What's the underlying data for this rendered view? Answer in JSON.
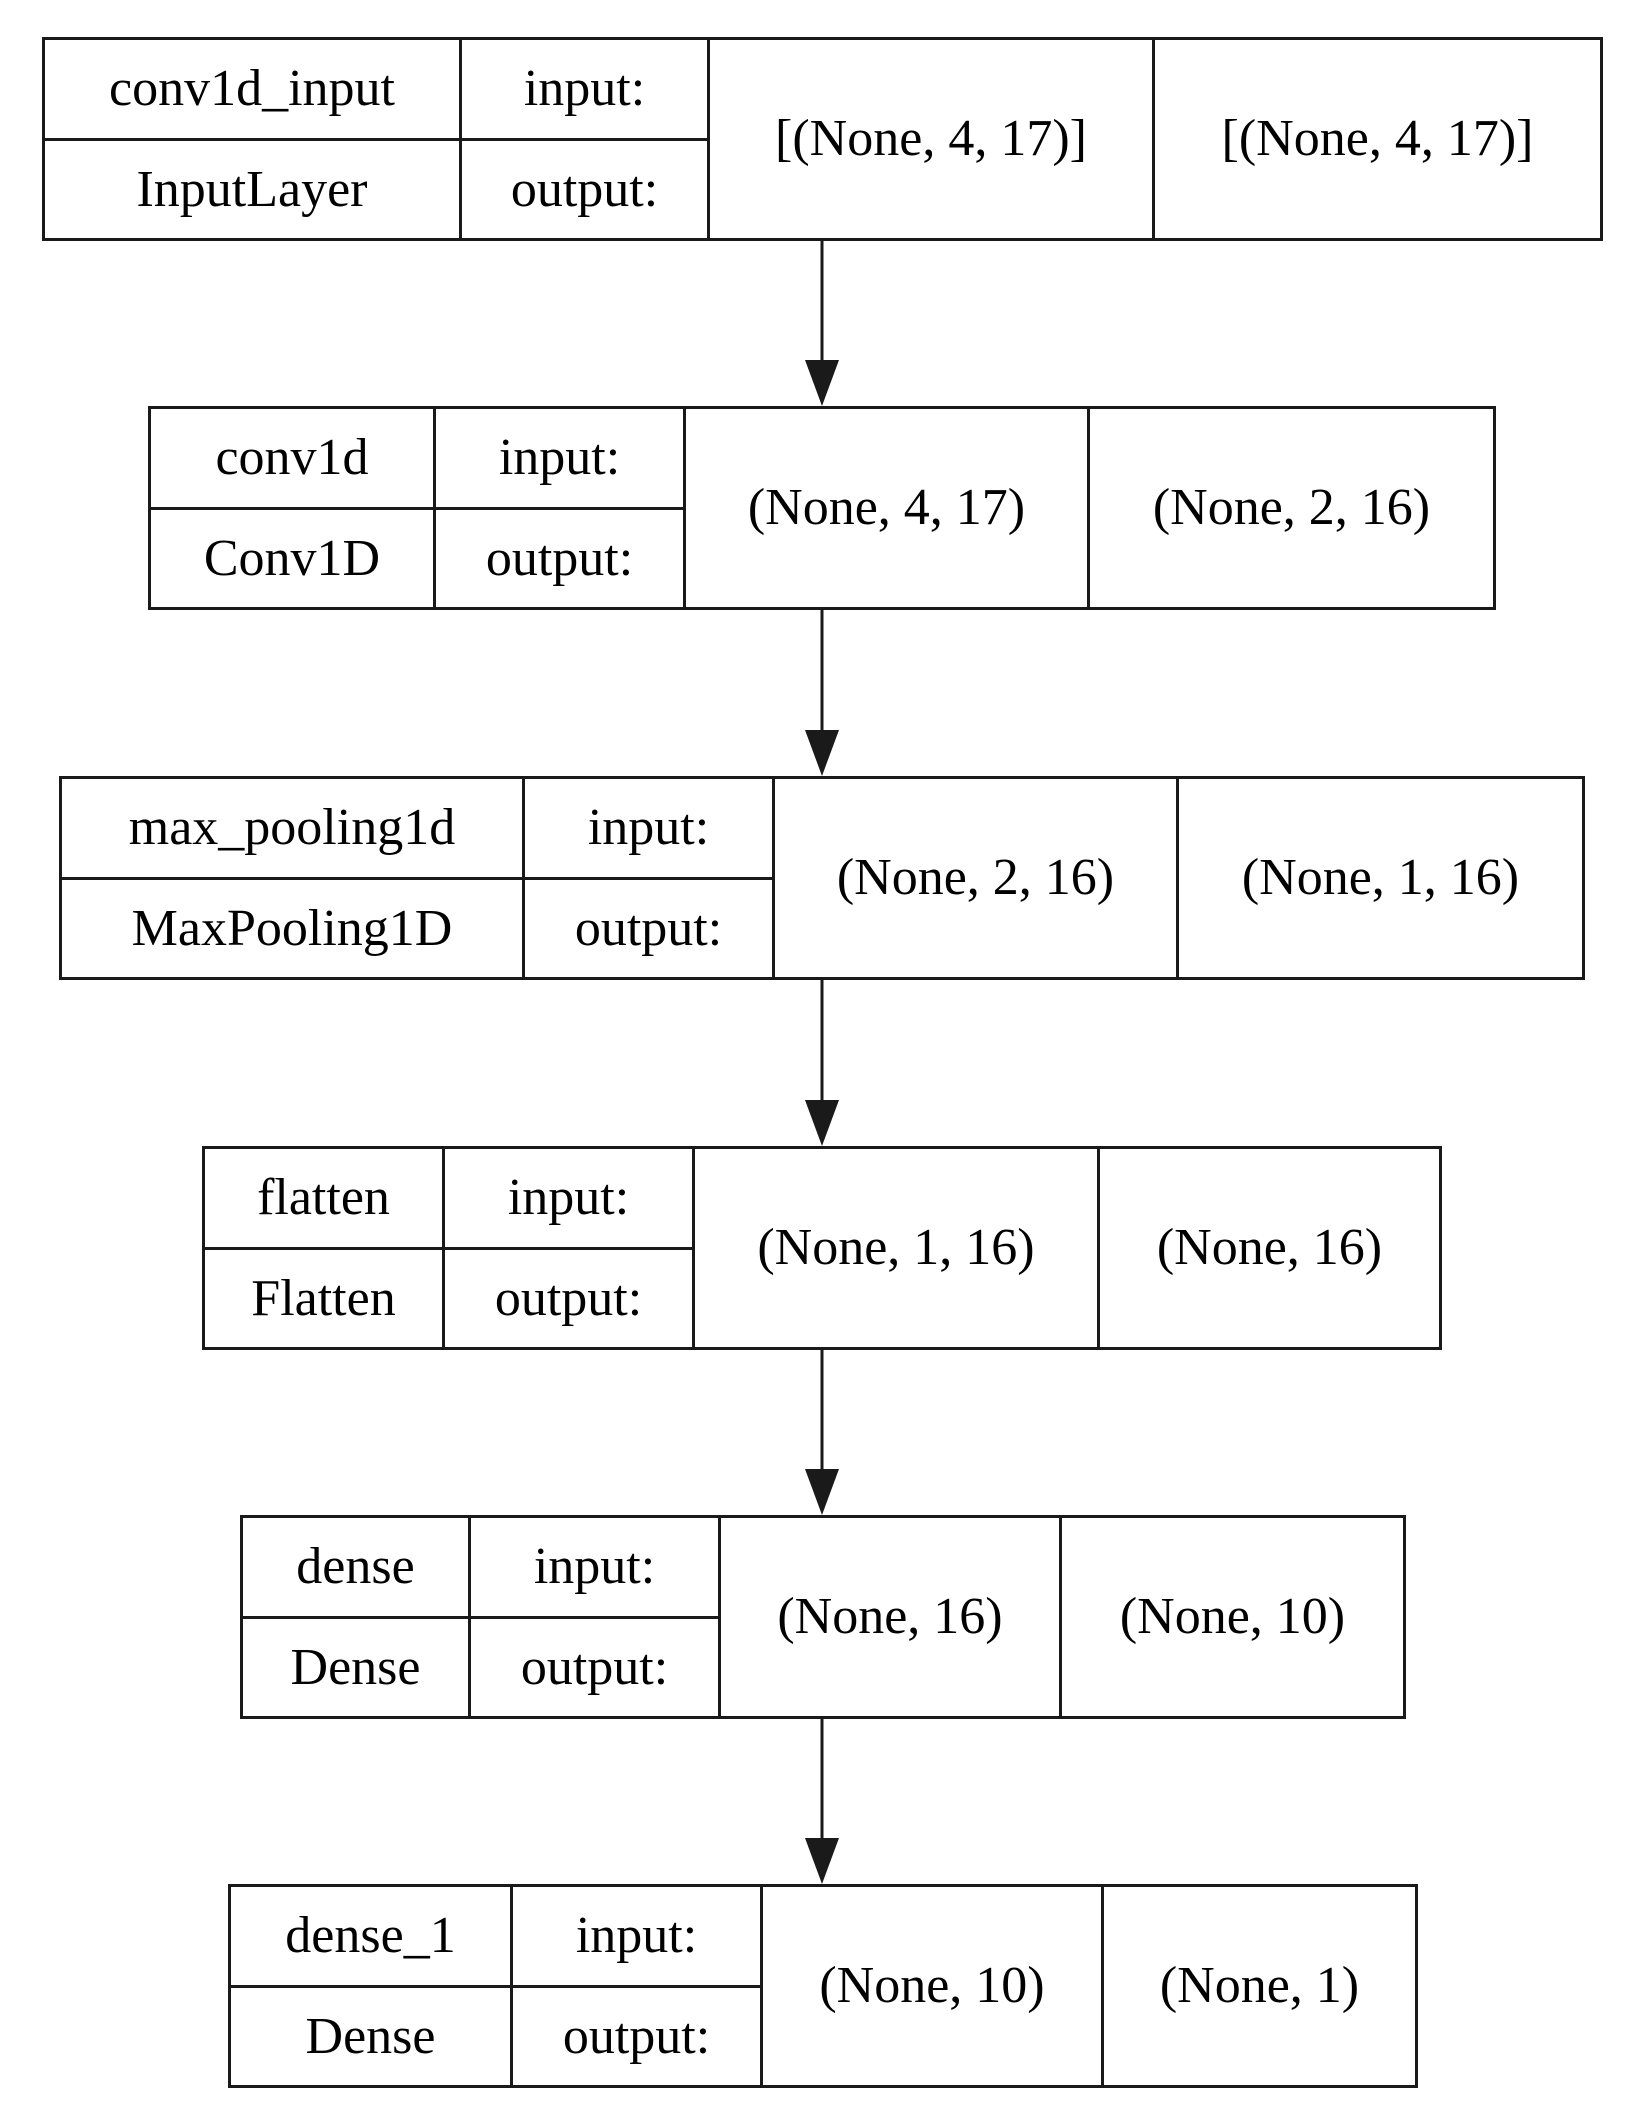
{
  "layers": [
    {
      "name": "conv1d_input",
      "type": "InputLayer",
      "input_label": "input:",
      "output_label": "output:",
      "input_shape": "[(None, 4, 17)]",
      "output_shape": "[(None, 4, 17)]"
    },
    {
      "name": "conv1d",
      "type": "Conv1D",
      "input_label": "input:",
      "output_label": "output:",
      "input_shape": "(None, 4, 17)",
      "output_shape": "(None, 2, 16)"
    },
    {
      "name": "max_pooling1d",
      "type": "MaxPooling1D",
      "input_label": "input:",
      "output_label": "output:",
      "input_shape": "(None, 2, 16)",
      "output_shape": "(None, 1, 16)"
    },
    {
      "name": "flatten",
      "type": "Flatten",
      "input_label": "input:",
      "output_label": "output:",
      "input_shape": "(None, 1, 16)",
      "output_shape": "(None, 16)"
    },
    {
      "name": "dense",
      "type": "Dense",
      "input_label": "input:",
      "output_label": "output:",
      "input_shape": "(None, 16)",
      "output_shape": "(None, 10)"
    },
    {
      "name": "dense_1",
      "type": "Dense",
      "input_label": "input:",
      "output_label": "output:",
      "input_shape": "(None, 10)",
      "output_shape": "(None, 1)"
    }
  ],
  "colors": {
    "stroke": "#1a1a1a",
    "background": "#ffffff"
  }
}
